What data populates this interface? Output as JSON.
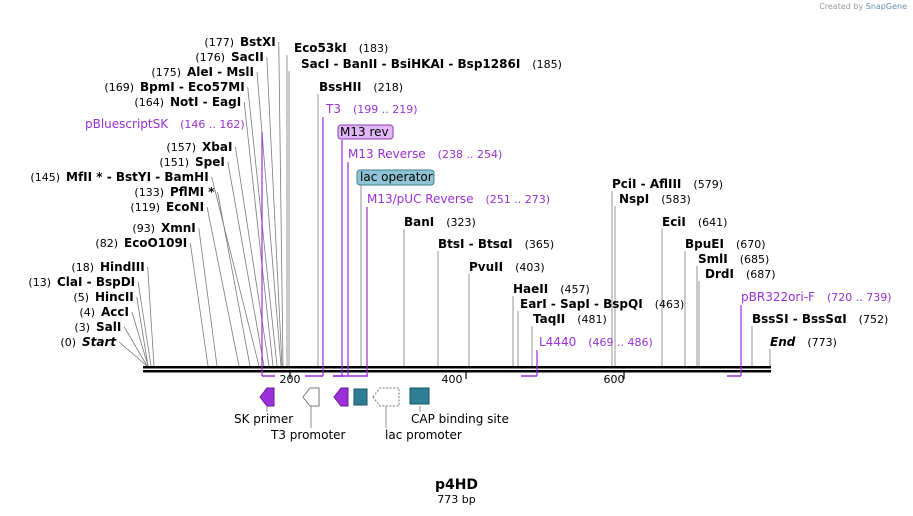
{
  "credit": {
    "prefix": "Created by",
    "brand": "SnapGene"
  },
  "plasmid": {
    "name": "p4HD",
    "length": "773 bp"
  },
  "scale": {
    "ticks": [
      "200",
      "400",
      "600"
    ]
  },
  "enzymes": [
    {
      "name": "Start",
      "pos": "(0)",
      "italic": true
    },
    {
      "name": "SalI",
      "pos": "(3)"
    },
    {
      "name": "AccI",
      "pos": "(4)"
    },
    {
      "name": "HincII",
      "pos": "(5)"
    },
    {
      "name": "ClaI - BspDI",
      "pos": "(13)"
    },
    {
      "name": "HindIII",
      "pos": "(18)"
    },
    {
      "name": "EcoO109I",
      "pos": "(82)"
    },
    {
      "name": "XmnI",
      "pos": "(93)"
    },
    {
      "name": "EcoNI",
      "pos": "(119)"
    },
    {
      "name": "PflMI *",
      "pos": "(133)"
    },
    {
      "name": "MfII * - BstYI - BamHI",
      "pos": "(145)"
    },
    {
      "name": "SpeI",
      "pos": "(151)"
    },
    {
      "name": "XbaI",
      "pos": "(157)"
    },
    {
      "name": "NotI - EagI",
      "pos": "(164)"
    },
    {
      "name": "BpmI - Eco57MI",
      "pos": "(169)"
    },
    {
      "name": "AleI - MslI",
      "pos": "(175)"
    },
    {
      "name": "SacII",
      "pos": "(176)"
    },
    {
      "name": "BstXI",
      "pos": "(177)"
    },
    {
      "name": "Eco53kI",
      "pos": "(183)"
    },
    {
      "name": "SacI - BanII - BsiHKAI - Bsp1286I",
      "pos": "(185)"
    },
    {
      "name": "BssHII",
      "pos": "(218)"
    },
    {
      "name": "BanI",
      "pos": "(323)"
    },
    {
      "name": "BtsI - BtsαI",
      "pos": "(365)"
    },
    {
      "name": "PvuII",
      "pos": "(403)"
    },
    {
      "name": "HaeII",
      "pos": "(457)"
    },
    {
      "name": "EarI - SapI - BspQI",
      "pos": "(463)"
    },
    {
      "name": "TaqII",
      "pos": "(481)"
    },
    {
      "name": "PciI - AflIII",
      "pos": "(579)"
    },
    {
      "name": "NspI",
      "pos": "(583)"
    },
    {
      "name": "EciI",
      "pos": "(641)"
    },
    {
      "name": "BpuEI",
      "pos": "(670)"
    },
    {
      "name": "SmlI",
      "pos": "(685)"
    },
    {
      "name": "DrdI",
      "pos": "(687)"
    },
    {
      "name": "BssSI - BssSαI",
      "pos": "(752)"
    },
    {
      "name": "End",
      "pos": "(773)",
      "italic": true
    }
  ],
  "primers": [
    {
      "name": "pBluescriptSK",
      "range": "(146 .. 162)"
    },
    {
      "name": "T3",
      "range": "(199 .. 219)"
    },
    {
      "name": "M13 rev",
      "range": ""
    },
    {
      "name": "M13 Reverse",
      "range": "(238 .. 254)"
    },
    {
      "name": "M13/pUC Reverse",
      "range": "(251 .. 273)"
    },
    {
      "name": "L4440",
      "range": "(469 .. 486)"
    },
    {
      "name": "pBR322ori-F",
      "range": "(720 .. 739)"
    }
  ],
  "features": [
    {
      "name": "SK primer"
    },
    {
      "name": "T3 promoter"
    },
    {
      "name": "lac promoter"
    },
    {
      "name": "CAP binding site"
    },
    {
      "name": "lac operator"
    }
  ],
  "colors": {
    "primer": "#9b30d9",
    "operator": "#8fc4d6",
    "cap": "#2e7f96",
    "m13rev": "#e2b8f7",
    "leader": "#777777"
  }
}
